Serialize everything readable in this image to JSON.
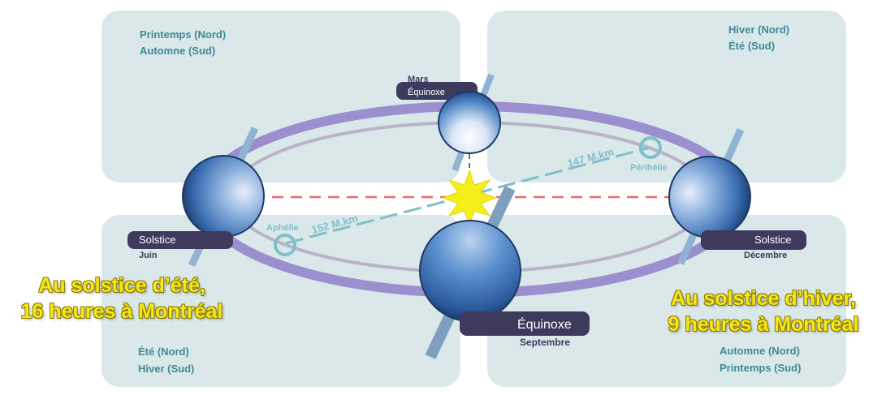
{
  "quadrants": {
    "top_left": [
      "Printemps (Nord)",
      "Automne (Sud)"
    ],
    "top_right": [
      "Hiver (Nord)",
      "Été (Sud)"
    ],
    "bottom_left": [
      "Été (Nord)",
      "Hiver (Sud)"
    ],
    "bottom_right": [
      "Automne (Nord)",
      "Printemps (Sud)"
    ]
  },
  "positions": {
    "march": {
      "month": "Mars",
      "event": "Équinoxe"
    },
    "june": {
      "event": "Solstice",
      "month": "Juin"
    },
    "december": {
      "event": "Solstice",
      "month": "Décembre"
    },
    "september": {
      "event": "Équinoxe",
      "month": "Septembre"
    }
  },
  "orbit_points": {
    "aphelion": {
      "label": "Aphélie",
      "distance": "152 M.km"
    },
    "perihelion": {
      "label": "Périhélie",
      "distance": "147 M.km"
    }
  },
  "notes": {
    "summer": [
      "Au solstice d’été,",
      "16 heures à Montréal"
    ],
    "winter": [
      "Au solstice d’hiver,",
      "9 heures à Montréal"
    ]
  },
  "colors": {
    "panel": "#dbe8ea",
    "panel_text": "#3c8a96",
    "orbit_outer": "#9b8fcf",
    "orbit_inner": "#b9b3c8",
    "label_box": "#3e3a5e",
    "sun": "#f6ee1a",
    "annotation": "#7fbfcb",
    "equator_dash": "#ef6a6a",
    "axis_dash": "#3b8f3b",
    "note_text": "#f7e81a"
  }
}
